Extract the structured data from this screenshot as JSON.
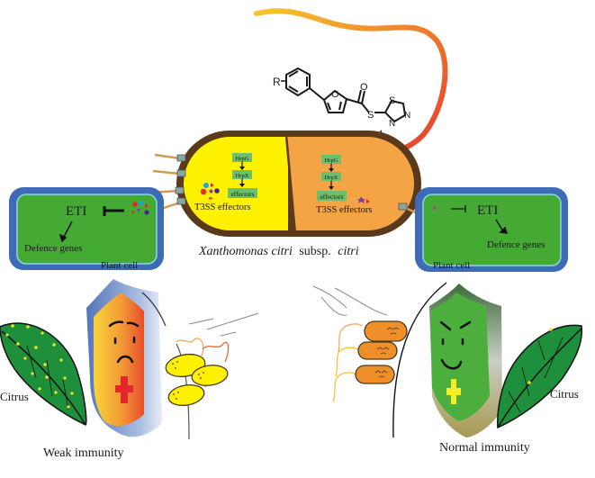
{
  "figure": {
    "organism": {
      "genus_species": "Xanthomonas citri",
      "subsp_label": "subsp.",
      "pathovar": "citri"
    },
    "compound": {
      "r_group": "R",
      "atom_O_furan": "O",
      "atom_O_carbonyl": "O",
      "atom_S_thioester": "S",
      "atom_S_ring": "S",
      "atom_N1": "N",
      "atom_N2": "N"
    },
    "bacterium": {
      "left_half": {
        "pathway": [
          "HrpG",
          "HrpX",
          "effectors"
        ],
        "effectors_label": "T3SS effectors"
      },
      "right_half": {
        "pathway": [
          "HrpG",
          "HrpX",
          "effectors"
        ],
        "effectors_label": "T3SS effectors"
      }
    },
    "plant_cell_left": {
      "eti_label": "ETI",
      "defence_label": "Defence genes",
      "cell_label": "Plant cell"
    },
    "plant_cell_right": {
      "eti_label": "ETI",
      "defence_label": "Defence genes",
      "cell_label": "Plant cell"
    },
    "left_panel": {
      "leaf_label": "Citrus",
      "immunity_label": "Weak immunity"
    },
    "right_panel": {
      "leaf_label": "Citrus",
      "immunity_label": "Normal immunity"
    },
    "colors": {
      "bacterium_wall": "#5a3a1a",
      "left_cytoplasm": "#fff200",
      "right_cytoplasm": "#f5a445",
      "hrp_box": "#6cc06a",
      "plant_cell_outer": "#3d6bb5",
      "plant_cell_inner": "#44aa33",
      "leaf_green": "#1e8f3a",
      "weak_shield_top": "#f7d23a",
      "weak_shield_bottom": "#e9582d",
      "cross_red": "#e4262b",
      "normal_shield": "#4cae3c",
      "cross_yellow": "#f5ee25",
      "flagellum_start": "#f7c02a",
      "flagellum_end": "#e63a2e"
    }
  }
}
